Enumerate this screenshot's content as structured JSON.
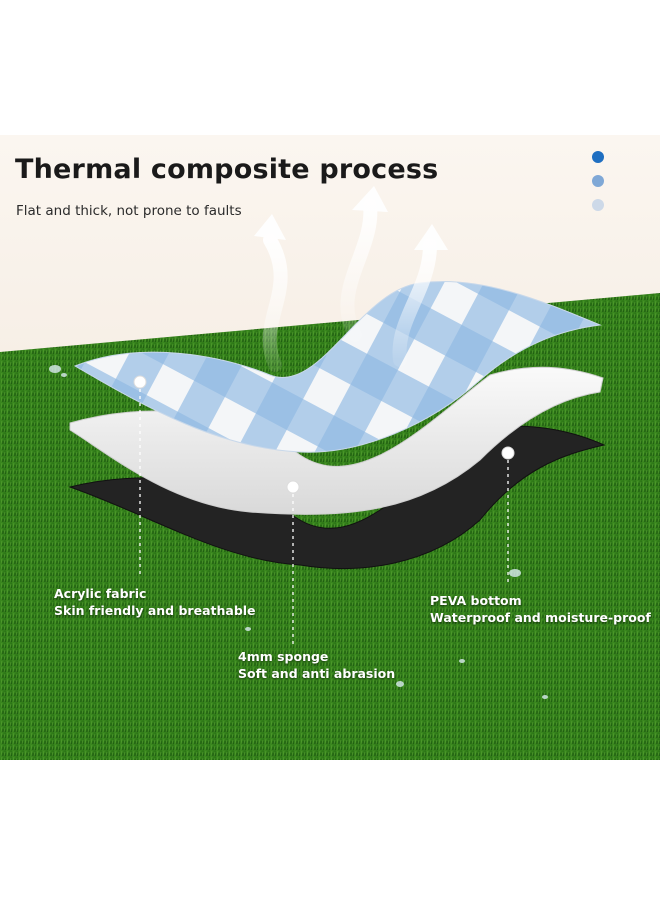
{
  "header": {
    "title": "Thermal composite process",
    "subtitle": "Flat and thick, not prone to faults"
  },
  "indicator_dots": [
    "#1f6fc1",
    "#7fa8d6",
    "#cdd9e8"
  ],
  "layers": [
    {
      "name": "Acrylic fabric",
      "description": "Skin friendly and breathable"
    },
    {
      "name": "4mm sponge",
      "description": "Soft and anti abrasion"
    },
    {
      "name": "PEVA bottom",
      "description": "Waterproof and moisture-proof"
    }
  ],
  "colors": {
    "background_top": "#f7efe6",
    "grass_light": "#4f9a2a",
    "grass_dark": "#1d5412",
    "plaid_blue": "#9cc3e6",
    "sponge_white": "#f1f1f1",
    "peva_black": "#242424"
  }
}
